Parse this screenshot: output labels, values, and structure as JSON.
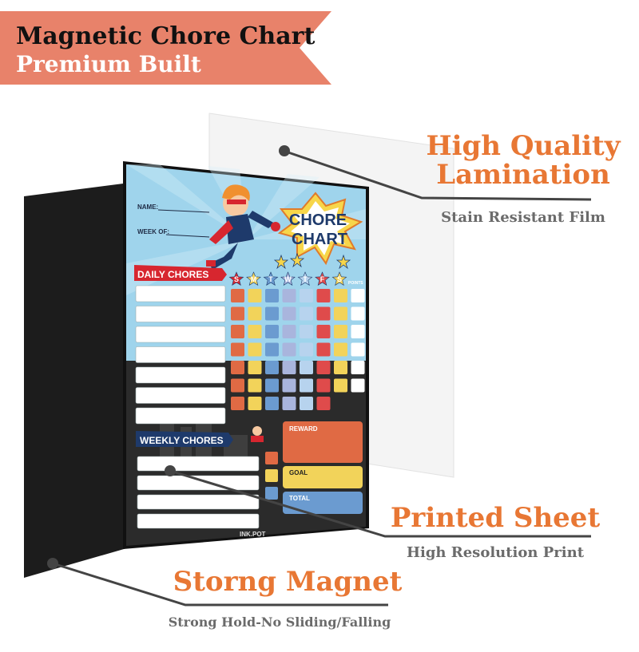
{
  "banner": {
    "title": "Magnetic Chore Chart",
    "subtitle": "Premium Built",
    "color": "#e8826a"
  },
  "callouts": {
    "lamination": {
      "heading_line1": "High Quality",
      "heading_line2": "Lamination",
      "subtitle": "Stain Resistant Film"
    },
    "printed": {
      "heading": "Printed Sheet",
      "subtitle": "High Resolution Print"
    },
    "magnet": {
      "heading": "Storng Magnet",
      "subtitle": "Strong Hold-No Sliding/Falling"
    }
  },
  "sheet": {
    "name_label": "NAME:",
    "week_label": "WEEK OF:",
    "logo_line1": "CHORE",
    "logo_line2": "CHART",
    "daily_header": "DAILY CHORES",
    "weekly_header": "WEEKLY CHORES",
    "days": [
      "S",
      "M",
      "T",
      "W",
      "T",
      "F",
      "S"
    ],
    "points_label": "POINTS",
    "reward_label": "REWARD",
    "goal_label": "GOAL",
    "total_label": "TOTAL",
    "brand": "INK.POT"
  },
  "colors": {
    "accent_orange": "#e87734",
    "grey_text": "#6b6b6b",
    "daily_red": "#d7262f",
    "weekly_navy": "#1e3a6b",
    "cell_orange": "#e06a44",
    "cell_yellow": "#f2d35a",
    "cell_blue": "#6b9bd0",
    "cell_lavender": "#a9b5dd",
    "cell_lightblue": "#b7d3ee",
    "cell_red": "#df4b4b",
    "cell_white": "#ffffff"
  }
}
